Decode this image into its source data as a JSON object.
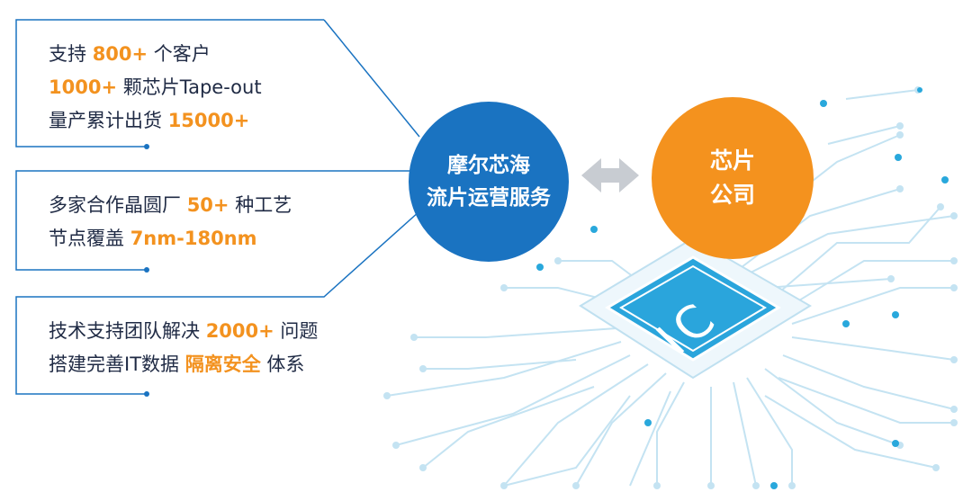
{
  "left_boxes": [
    {
      "lines": [
        [
          {
            "t": "支持 ",
            "hl": false
          },
          {
            "t": "800+",
            "hl": true
          },
          {
            "t": " 个客户",
            "hl": false
          }
        ],
        [
          {
            "t": "1000+",
            "hl": true
          },
          {
            "t": " 颗芯片Tape-out",
            "hl": false
          }
        ],
        [
          {
            "t": "量产累计出货 ",
            "hl": false
          },
          {
            "t": "15000+",
            "hl": true
          }
        ]
      ]
    },
    {
      "lines": [
        [
          {
            "t": "多家合作晶圆厂 ",
            "hl": false
          },
          {
            "t": "50+",
            "hl": true
          },
          {
            "t": " 种工艺",
            "hl": false
          }
        ],
        [
          {
            "t": "节点覆盖 ",
            "hl": false
          },
          {
            "t": "7nm-180nm",
            "hl": true
          }
        ]
      ]
    },
    {
      "lines": [
        [
          {
            "t": "技术支持团队解决 ",
            "hl": false
          },
          {
            "t": "2000+",
            "hl": true
          },
          {
            "t": " 问题",
            "hl": false
          }
        ],
        [
          {
            "t": "搭建完善IT数据 ",
            "hl": false
          },
          {
            "t": "隔离安全",
            "hl": true
          },
          {
            "t": " 体系",
            "hl": false
          }
        ]
      ]
    }
  ],
  "blue_circle": {
    "line1": "摩尔芯海",
    "line2": "流片运营服务"
  },
  "orange_circle": {
    "line1": "芯片",
    "line2": "公司"
  },
  "chip_label": "IC",
  "colors": {
    "blue": "#1a73c1",
    "orange": "#f4921e",
    "highlight": "#f3921f",
    "circuit": "#bfe0f0",
    "text": "#1f2a44"
  }
}
